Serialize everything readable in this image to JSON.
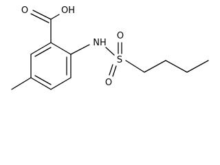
{
  "molecule": {
    "atoms": {
      "oh": "OH",
      "carbonyl_o": "O",
      "nh": "NH",
      "s": "S",
      "sulfonyl_o_top": "O",
      "sulfonyl_o_bottom": "O"
    }
  }
}
